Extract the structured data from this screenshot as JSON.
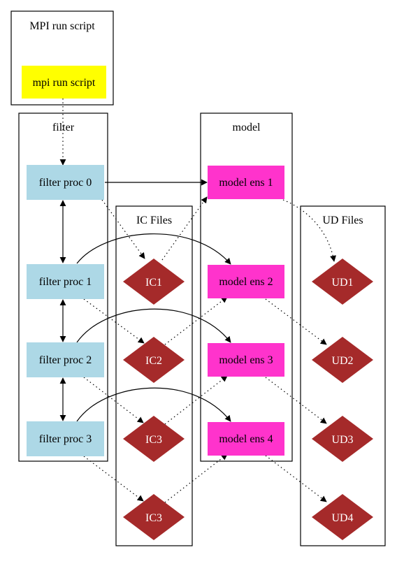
{
  "colors": {
    "script_node": "#ffff00",
    "filter_node": "#add8e6",
    "model_node": "#ff33cc",
    "file_node": "#a52a2a",
    "file_text": "#ffffff",
    "edge": "#000000"
  },
  "clusters": {
    "mpi": {
      "label": "MPI run script"
    },
    "filter": {
      "label": "filter"
    },
    "model": {
      "label": "model"
    },
    "ic": {
      "label": "IC Files"
    },
    "ud": {
      "label": "UD Files"
    }
  },
  "nodes": {
    "script": "mpi run script",
    "filter": [
      "filter proc 0",
      "filter proc 1",
      "filter proc 2",
      "filter proc 3"
    ],
    "model": [
      "model ens 1",
      "model ens 2",
      "model ens 3",
      "model ens 4"
    ],
    "ic": [
      "IC1",
      "IC2",
      "IC3",
      "IC3"
    ],
    "ud": [
      "UD1",
      "UD2",
      "UD3",
      "UD4"
    ]
  }
}
